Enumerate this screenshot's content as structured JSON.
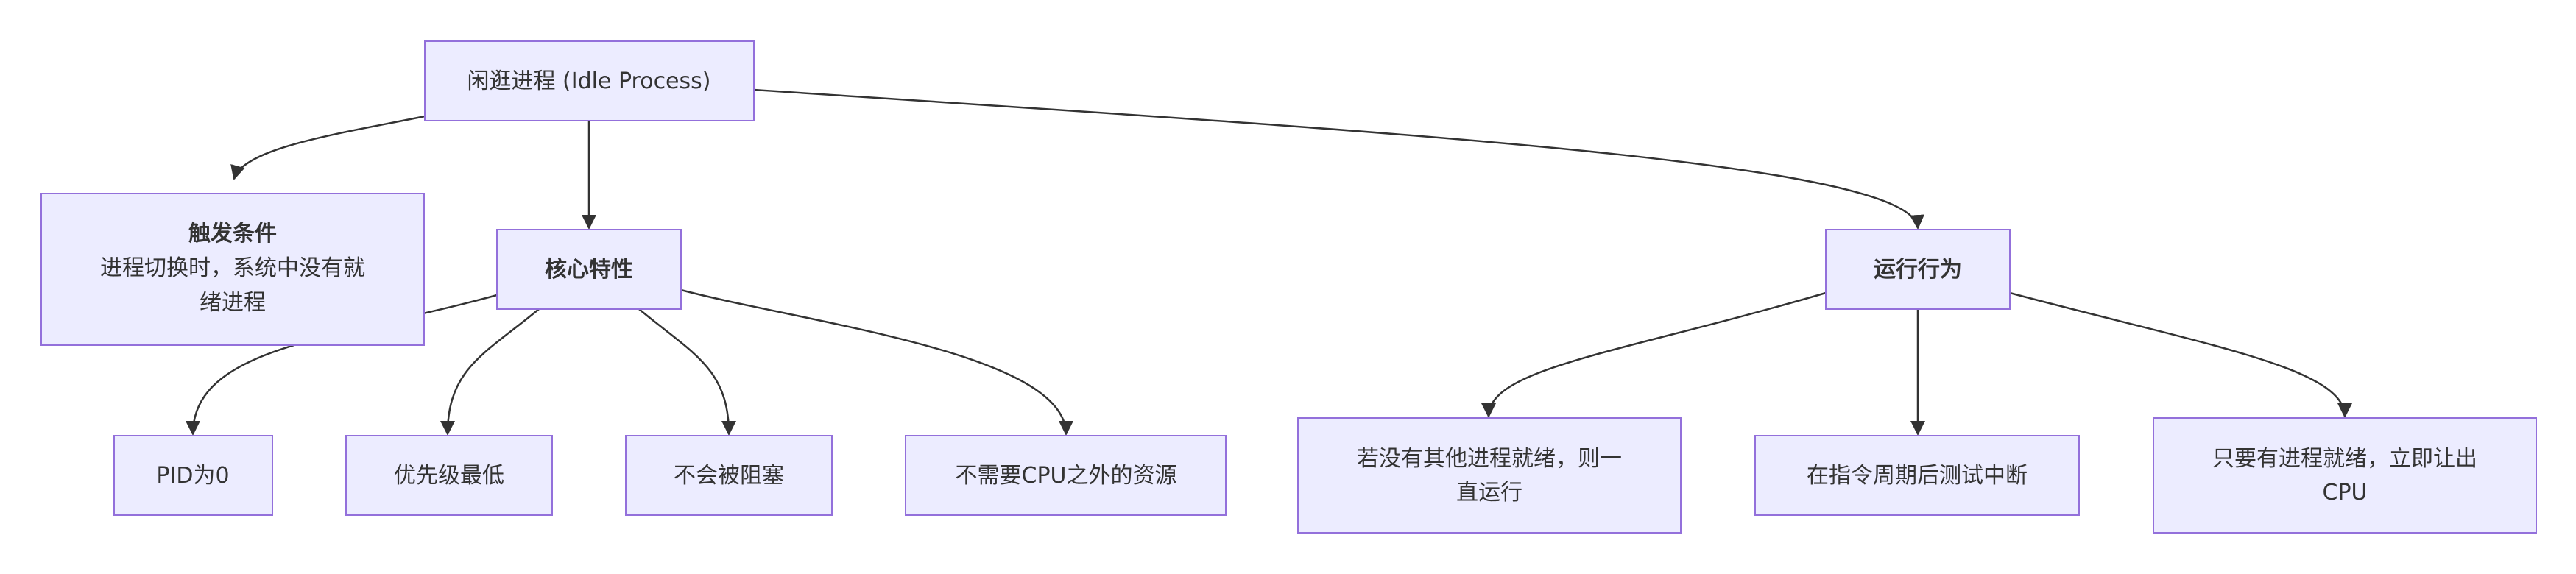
{
  "nodes": {
    "idle": {
      "lines": [
        "闲逛进程 (Idle Process)"
      ]
    },
    "trigger": {
      "title": "触发条件",
      "lines": [
        "进程切换时，系统中没有就",
        "绪进程"
      ]
    },
    "core": {
      "title": "核心特性"
    },
    "behavior": {
      "title": "运行行为"
    },
    "pid": {
      "lines": [
        "PID为0"
      ]
    },
    "priority": {
      "lines": [
        "优先级最低"
      ]
    },
    "noblock": {
      "lines": [
        "不会被阻塞"
      ]
    },
    "noresource": {
      "lines": [
        "不需要CPU之外的资源"
      ]
    },
    "runalways": {
      "lines": [
        "若没有其他进程就绪，则一",
        "直运行"
      ]
    },
    "interrupt": {
      "lines": [
        "在指令周期后测试中断"
      ]
    },
    "yield": {
      "lines": [
        "只要有进程就绪，立即让出",
        "CPU"
      ]
    }
  },
  "edges": [
    {
      "from": "idle",
      "to": "trigger"
    },
    {
      "from": "idle",
      "to": "core"
    },
    {
      "from": "idle",
      "to": "behavior"
    },
    {
      "from": "core",
      "to": "pid"
    },
    {
      "from": "core",
      "to": "priority"
    },
    {
      "from": "core",
      "to": "noblock"
    },
    {
      "from": "core",
      "to": "noresource"
    },
    {
      "from": "behavior",
      "to": "runalways"
    },
    {
      "from": "behavior",
      "to": "interrupt"
    },
    {
      "from": "behavior",
      "to": "yield"
    }
  ],
  "colors": {
    "node_fill": "#ECECFF",
    "node_stroke": "#9370DB",
    "edge": "#333333",
    "text": "#333333"
  }
}
